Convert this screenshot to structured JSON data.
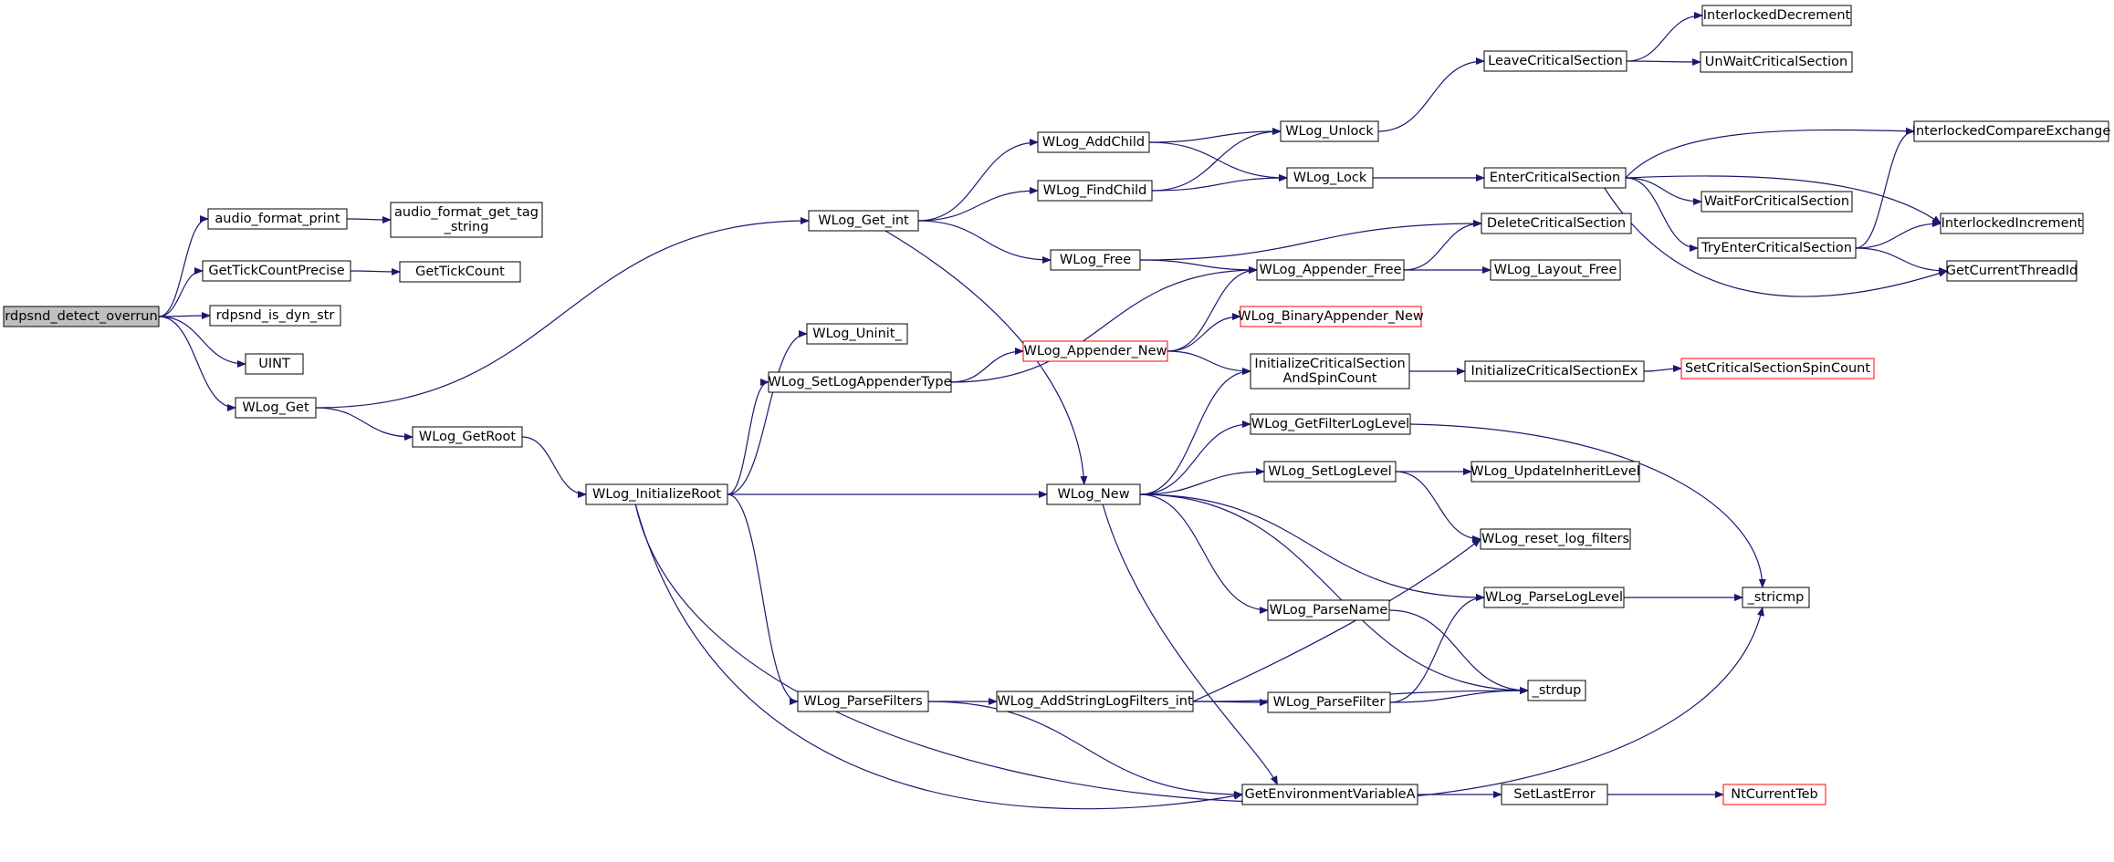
{
  "colors": {
    "edge": "#191970",
    "node_border": "#000000",
    "node_fill": "#ffffff",
    "root_fill": "#bfbfbf",
    "incomplete_border": "#ff0000"
  },
  "nodes": [
    {
      "id": "rdpsnd_detect_overrun",
      "lines": [
        "rdpsnd_detect_overrun"
      ],
      "root": true
    },
    {
      "id": "audio_format_print",
      "lines": [
        "audio_format_print"
      ]
    },
    {
      "id": "audio_format_get_tag_string",
      "lines": [
        "audio_format_get_tag",
        "_string"
      ]
    },
    {
      "id": "GetTickCountPrecise",
      "lines": [
        "GetTickCountPrecise"
      ]
    },
    {
      "id": "GetTickCount",
      "lines": [
        "GetTickCount"
      ]
    },
    {
      "id": "rdpsnd_is_dyn_str",
      "lines": [
        "rdpsnd_is_dyn_str"
      ]
    },
    {
      "id": "UINT",
      "lines": [
        "UINT"
      ]
    },
    {
      "id": "WLog_Get",
      "lines": [
        "WLog_Get"
      ]
    },
    {
      "id": "WLog_GetRoot",
      "lines": [
        "WLog_GetRoot"
      ]
    },
    {
      "id": "WLog_InitializeRoot",
      "lines": [
        "WLog_InitializeRoot"
      ]
    },
    {
      "id": "WLog_Get_int",
      "lines": [
        "WLog_Get_int"
      ]
    },
    {
      "id": "WLog_AddChild",
      "lines": [
        "WLog_AddChild"
      ]
    },
    {
      "id": "WLog_FindChild",
      "lines": [
        "WLog_FindChild"
      ]
    },
    {
      "id": "WLog_Free",
      "lines": [
        "WLog_Free"
      ]
    },
    {
      "id": "WLog_Uninit_",
      "lines": [
        "WLog_Uninit_"
      ]
    },
    {
      "id": "WLog_SetLogAppenderType",
      "lines": [
        "WLog_SetLogAppenderType"
      ]
    },
    {
      "id": "WLog_Appender_New",
      "lines": [
        "WLog_Appender_New"
      ],
      "incomplete": true
    },
    {
      "id": "WLog_New",
      "lines": [
        "WLog_New"
      ]
    },
    {
      "id": "WLog_ParseFilters",
      "lines": [
        "WLog_ParseFilters"
      ]
    },
    {
      "id": "WLog_AddStringLogFilters_int",
      "lines": [
        "WLog_AddStringLogFilters_int"
      ]
    },
    {
      "id": "WLog_Unlock",
      "lines": [
        "WLog_Unlock"
      ]
    },
    {
      "id": "WLog_Lock",
      "lines": [
        "WLog_Lock"
      ]
    },
    {
      "id": "WLog_Appender_Free",
      "lines": [
        "WLog_Appender_Free"
      ]
    },
    {
      "id": "WLog_BinaryAppender_New",
      "lines": [
        "WLog_BinaryAppender_New"
      ],
      "incomplete": true
    },
    {
      "id": "InitializeCriticalSectionAndSpinCount",
      "lines": [
        "InitializeCriticalSection",
        "AndSpinCount"
      ]
    },
    {
      "id": "WLog_GetFilterLogLevel",
      "lines": [
        "WLog_GetFilterLogLevel"
      ]
    },
    {
      "id": "WLog_SetLogLevel",
      "lines": [
        "WLog_SetLogLevel"
      ]
    },
    {
      "id": "WLog_ParseName",
      "lines": [
        "WLog_ParseName"
      ]
    },
    {
      "id": "WLog_ParseFilter",
      "lines": [
        "WLog_ParseFilter"
      ]
    },
    {
      "id": "GetEnvironmentVariableA",
      "lines": [
        "GetEnvironmentVariableA"
      ]
    },
    {
      "id": "LeaveCriticalSection",
      "lines": [
        "LeaveCriticalSection"
      ]
    },
    {
      "id": "EnterCriticalSection",
      "lines": [
        "EnterCriticalSection"
      ]
    },
    {
      "id": "DeleteCriticalSection",
      "lines": [
        "DeleteCriticalSection"
      ]
    },
    {
      "id": "WLog_Layout_Free",
      "lines": [
        "WLog_Layout_Free"
      ]
    },
    {
      "id": "InitializeCriticalSectionEx",
      "lines": [
        "InitializeCriticalSectionEx"
      ]
    },
    {
      "id": "WLog_UpdateInheritLevel",
      "lines": [
        "WLog_UpdateInheritLevel"
      ]
    },
    {
      "id": "WLog_reset_log_filters",
      "lines": [
        "WLog_reset_log_filters"
      ]
    },
    {
      "id": "WLog_ParseLogLevel",
      "lines": [
        "WLog_ParseLogLevel"
      ]
    },
    {
      "id": "_strdup",
      "lines": [
        "_strdup"
      ]
    },
    {
      "id": "SetLastError",
      "lines": [
        "SetLastError"
      ]
    },
    {
      "id": "InterlockedDecrement",
      "lines": [
        "InterlockedDecrement"
      ]
    },
    {
      "id": "UnWaitCriticalSection",
      "lines": [
        "UnWaitCriticalSection"
      ]
    },
    {
      "id": "WaitForCriticalSection",
      "lines": [
        "WaitForCriticalSection"
      ]
    },
    {
      "id": "TryEnterCriticalSection",
      "lines": [
        "TryEnterCriticalSection"
      ]
    },
    {
      "id": "SetCriticalSectionSpinCount",
      "lines": [
        "SetCriticalSectionSpinCount"
      ],
      "incomplete": true
    },
    {
      "id": "InterlockedCompareExchange",
      "lines": [
        "InterlockedCompareExchange"
      ]
    },
    {
      "id": "InterlockedIncrement",
      "lines": [
        "InterlockedIncrement"
      ]
    },
    {
      "id": "GetCurrentThreadId",
      "lines": [
        "GetCurrentThreadId"
      ]
    },
    {
      "id": "_stricmp",
      "lines": [
        "_stricmp"
      ]
    },
    {
      "id": "NtCurrentTeb",
      "lines": [
        "NtCurrentTeb"
      ],
      "incomplete": true
    }
  ],
  "edges": [
    [
      "rdpsnd_detect_overrun",
      "audio_format_print"
    ],
    [
      "rdpsnd_detect_overrun",
      "GetTickCountPrecise"
    ],
    [
      "rdpsnd_detect_overrun",
      "rdpsnd_is_dyn_str"
    ],
    [
      "rdpsnd_detect_overrun",
      "UINT"
    ],
    [
      "rdpsnd_detect_overrun",
      "WLog_Get"
    ],
    [
      "audio_format_print",
      "audio_format_get_tag_string"
    ],
    [
      "GetTickCountPrecise",
      "GetTickCount"
    ],
    [
      "WLog_Get",
      "WLog_Get_int"
    ],
    [
      "WLog_Get",
      "WLog_GetRoot"
    ],
    [
      "WLog_GetRoot",
      "WLog_InitializeRoot"
    ],
    [
      "WLog_Get_int",
      "WLog_AddChild"
    ],
    [
      "WLog_Get_int",
      "WLog_FindChild"
    ],
    [
      "WLog_Get_int",
      "WLog_Free"
    ],
    [
      "WLog_Get_int",
      "WLog_New"
    ],
    [
      "WLog_InitializeRoot",
      "WLog_Uninit_"
    ],
    [
      "WLog_InitializeRoot",
      "WLog_SetLogAppenderType"
    ],
    [
      "WLog_InitializeRoot",
      "WLog_New"
    ],
    [
      "WLog_InitializeRoot",
      "WLog_ParseFilters"
    ],
    [
      "WLog_InitializeRoot",
      "GetEnvironmentVariableA"
    ],
    [
      "WLog_InitializeRoot",
      "_stricmp"
    ],
    [
      "WLog_AddChild",
      "WLog_Unlock"
    ],
    [
      "WLog_AddChild",
      "WLog_Lock"
    ],
    [
      "WLog_FindChild",
      "WLog_Unlock"
    ],
    [
      "WLog_FindChild",
      "WLog_Lock"
    ],
    [
      "WLog_Free",
      "DeleteCriticalSection"
    ],
    [
      "WLog_Free",
      "WLog_Appender_Free"
    ],
    [
      "WLog_SetLogAppenderType",
      "WLog_Appender_Free"
    ],
    [
      "WLog_SetLogAppenderType",
      "WLog_Appender_New"
    ],
    [
      "WLog_Appender_New",
      "WLog_Appender_Free"
    ],
    [
      "WLog_Appender_New",
      "WLog_BinaryAppender_New"
    ],
    [
      "WLog_Appender_New",
      "InitializeCriticalSectionAndSpinCount"
    ],
    [
      "WLog_New",
      "InitializeCriticalSectionAndSpinCount"
    ],
    [
      "WLog_New",
      "WLog_GetFilterLogLevel"
    ],
    [
      "WLog_New",
      "WLog_SetLogLevel"
    ],
    [
      "WLog_New",
      "WLog_ParseLogLevel"
    ],
    [
      "WLog_New",
      "WLog_ParseName"
    ],
    [
      "WLog_New",
      "_strdup"
    ],
    [
      "WLog_New",
      "GetEnvironmentVariableA"
    ],
    [
      "WLog_ParseFilters",
      "WLog_AddStringLogFilters_int"
    ],
    [
      "WLog_ParseFilters",
      "GetEnvironmentVariableA"
    ],
    [
      "WLog_AddStringLogFilters_int",
      "WLog_reset_log_filters"
    ],
    [
      "WLog_AddStringLogFilters_int",
      "WLog_ParseFilter"
    ],
    [
      "WLog_AddStringLogFilters_int",
      "_strdup"
    ],
    [
      "WLog_Unlock",
      "LeaveCriticalSection"
    ],
    [
      "WLog_Lock",
      "EnterCriticalSection"
    ],
    [
      "WLog_Appender_Free",
      "DeleteCriticalSection"
    ],
    [
      "WLog_Appender_Free",
      "WLog_Layout_Free"
    ],
    [
      "InitializeCriticalSectionAndSpinCount",
      "InitializeCriticalSectionEx"
    ],
    [
      "InitializeCriticalSectionEx",
      "SetCriticalSectionSpinCount"
    ],
    [
      "WLog_GetFilterLogLevel",
      "_stricmp"
    ],
    [
      "WLog_SetLogLevel",
      "WLog_UpdateInheritLevel"
    ],
    [
      "WLog_SetLogLevel",
      "WLog_reset_log_filters"
    ],
    [
      "WLog_ParseName",
      "_strdup"
    ],
    [
      "WLog_ParseFilter",
      "WLog_ParseLogLevel"
    ],
    [
      "WLog_ParseFilter",
      "_strdup"
    ],
    [
      "WLog_ParseLogLevel",
      "_stricmp"
    ],
    [
      "GetEnvironmentVariableA",
      "SetLastError"
    ],
    [
      "SetLastError",
      "NtCurrentTeb"
    ],
    [
      "LeaveCriticalSection",
      "InterlockedDecrement"
    ],
    [
      "LeaveCriticalSection",
      "UnWaitCriticalSection"
    ],
    [
      "EnterCriticalSection",
      "InterlockedCompareExchange"
    ],
    [
      "EnterCriticalSection",
      "WaitForCriticalSection"
    ],
    [
      "EnterCriticalSection",
      "TryEnterCriticalSection"
    ],
    [
      "EnterCriticalSection",
      "InterlockedIncrement"
    ],
    [
      "EnterCriticalSection",
      "GetCurrentThreadId"
    ],
    [
      "TryEnterCriticalSection",
      "InterlockedCompareExchange"
    ],
    [
      "TryEnterCriticalSection",
      "InterlockedIncrement"
    ],
    [
      "TryEnterCriticalSection",
      "GetCurrentThreadId"
    ]
  ]
}
